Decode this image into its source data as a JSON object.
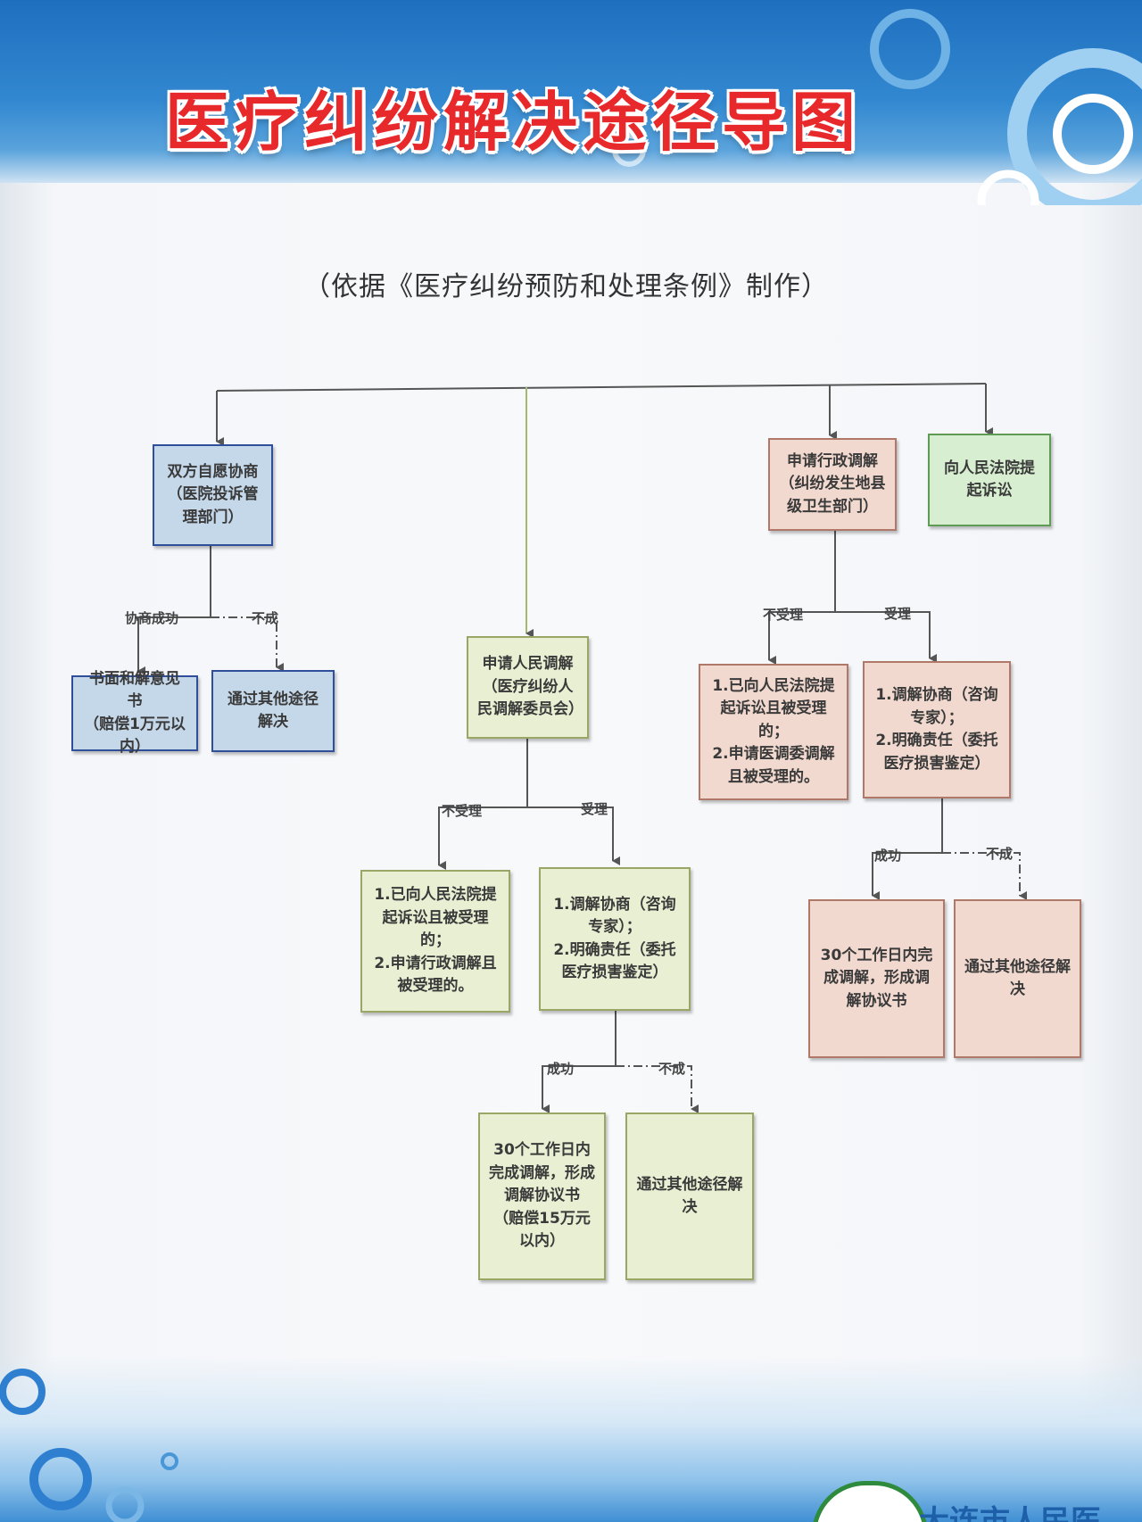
{
  "title": "医疗纠纷解决途径导图",
  "subtitle": "（依据《医疗纠纷预防和处理条例》制作）",
  "footer_text": "大连市人民医",
  "colors": {
    "title_red": "#e8292b",
    "band_blue": "#2f86d0"
  },
  "nodes": {
    "negotiation": "双方自愿协商\n（医院投诉管理部门）",
    "written_settlement": "书面和解意见书\n（赔偿1万元以内）",
    "neg_other_ways": "通过其他途径解决",
    "people_mediation": "申请人民调解\n（医疗纠纷人民调解委员会）",
    "pm_conditions": "1.已向人民法院提起诉讼且被受理的；\n2.申请行政调解且被受理的。",
    "pm_process": "1.调解协商（咨询专家）；\n2.明确责任（委托医疗损害鉴定）",
    "pm_agreement": "30个工作日内完成调解，形成调解协议书\n（赔偿15万元以内）",
    "pm_other_ways": "通过其他途径解决",
    "admin_mediation": "申请行政调解\n（纠纷发生地县级卫生部门）",
    "court": "向人民法院提起诉讼",
    "am_conditions": "1.已向人民法院提起诉讼且被受理的；\n2.申请医调委调解且被受理的。",
    "am_process": "1.调解协商（咨询专家）；\n2.明确责任（委托医疗损害鉴定）",
    "am_agreement": "30个工作日内完成调解，形成调解协议书",
    "am_other_ways": "通过其他途径解决"
  },
  "labels": {
    "neg_success": "协商成功",
    "neg_fail": "不成",
    "pm_reject": "不受理",
    "pm_accept": "受理",
    "pm_success": "成功",
    "pm_fail": "不成",
    "am_reject": "不受理",
    "am_accept": "受理",
    "am_success": "成功",
    "am_fail": "不成"
  }
}
